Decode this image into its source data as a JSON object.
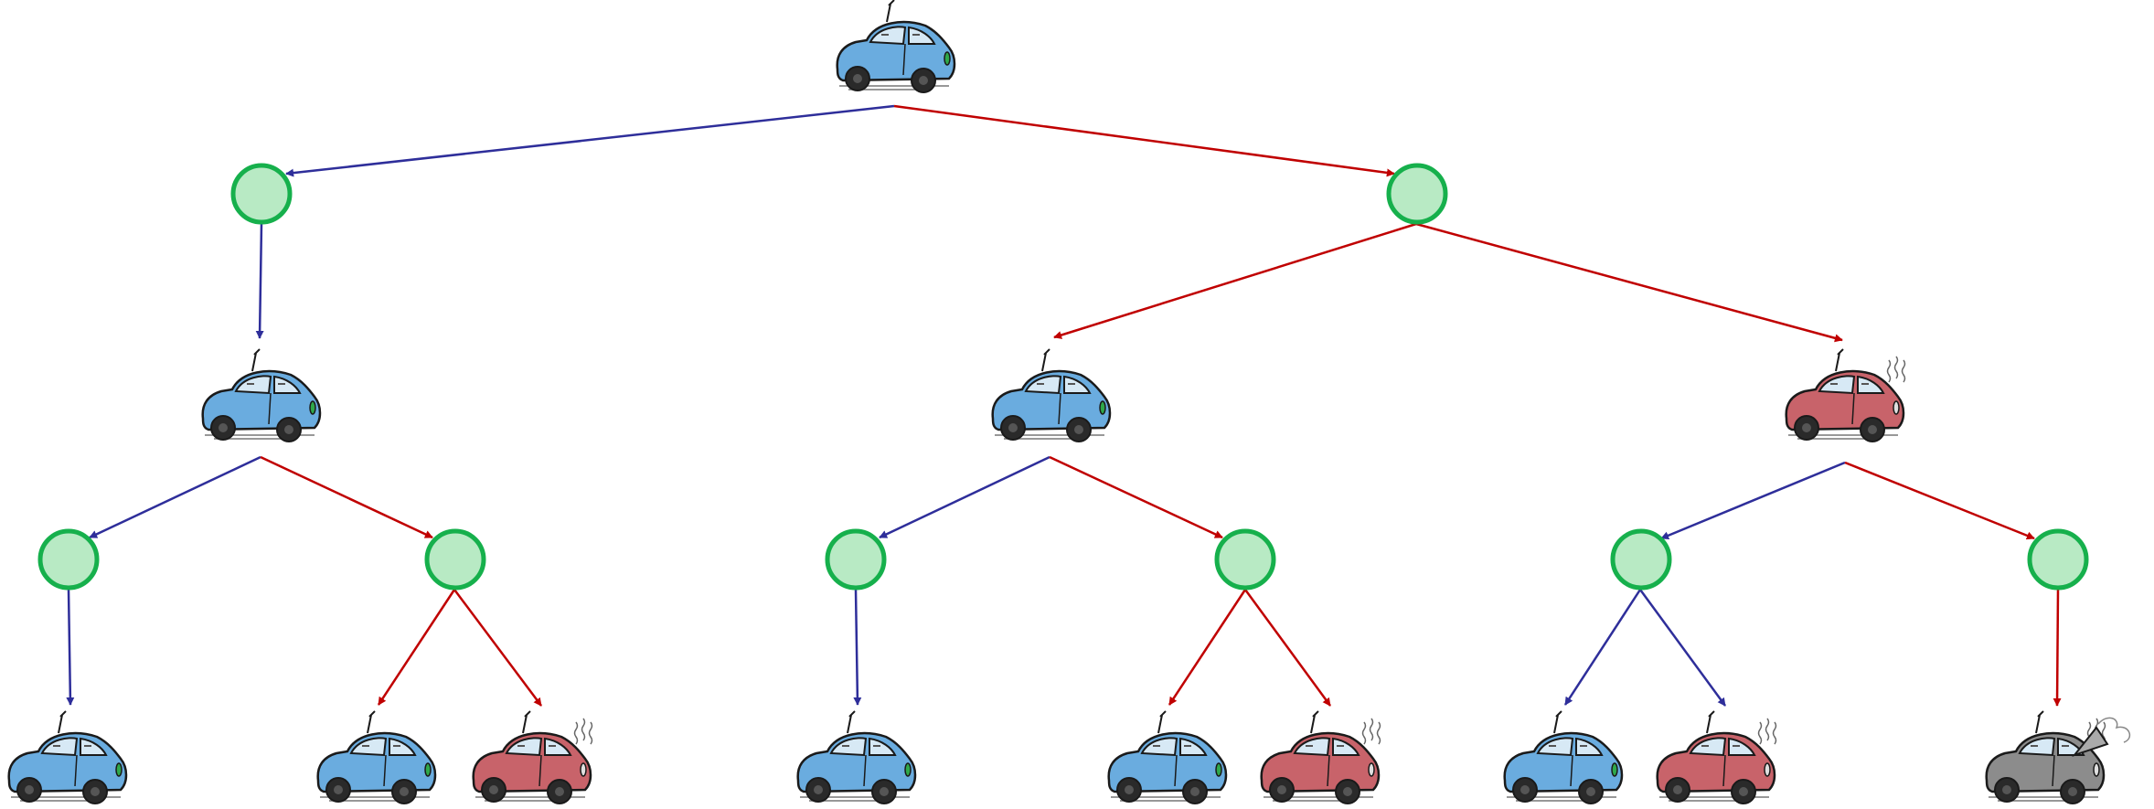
{
  "colors": {
    "blue_edge": "#2e2e9a",
    "red_edge": "#c00000",
    "chance_fill": "#b8eac4",
    "chance_stroke": "#16b04c",
    "car_cool": "#6aacdf",
    "car_warm": "#c8636a",
    "car_overheated": "#8c8c8c",
    "car_outline": "#1a1a1a"
  },
  "legend": {
    "state_nodes": [
      "cool-car",
      "warm-car",
      "overheated-car"
    ],
    "chance_node": "chance-circle",
    "actions": [
      "slow-blue-arrow",
      "fast-red-arrow"
    ]
  },
  "tree": {
    "root": "cool-car",
    "levels": [
      [
        "chance",
        "chance"
      ],
      [
        "cool-car",
        "cool-car",
        "warm-car"
      ],
      [
        "chance",
        "chance",
        "chance",
        "chance",
        "chance",
        "chance"
      ],
      [
        "cool-car",
        "cool-car",
        "warm-car",
        "cool-car",
        "cool-car",
        "warm-car",
        "cool-car",
        "warm-car",
        "overheated-car"
      ]
    ]
  }
}
